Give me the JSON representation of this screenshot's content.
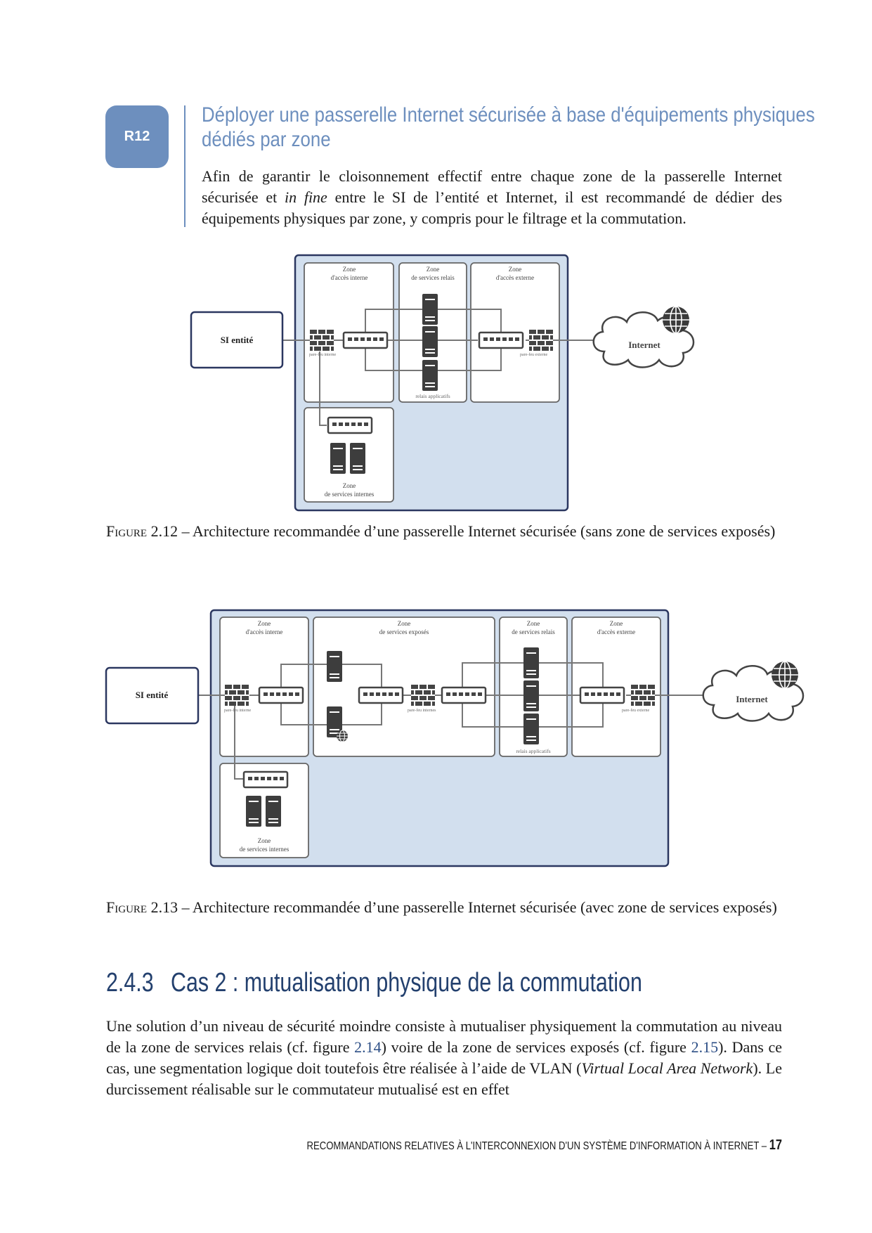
{
  "recommendation": {
    "badge": "R12",
    "title_line1": "Déployer une passerelle Internet sécurisée à base d'équipements physiques",
    "title_line2": "dédiés par zone",
    "body_before_italic": "Afin de garantir le cloisonnement effectif entre chaque zone de la passerelle Internet sécurisée et ",
    "body_italic": "in fine",
    "body_after_italic": " entre le SI de l’entité et Internet, il est recommandé de dédier des équipements physiques par zone, y compris pour le filtrage et la commutation."
  },
  "figure1": {
    "si_label": "SI entité",
    "internet_label": "Internet",
    "zone_acces_interne_l1": "Zone",
    "zone_acces_interne_l2": "d'accès interne",
    "zone_relais_l1": "Zone",
    "zone_relais_l2": "de services relais",
    "zone_acces_externe_l1": "Zone",
    "zone_acces_externe_l2": "d'accès externe",
    "zone_internes_l1": "Zone",
    "zone_internes_l2": "de services internes",
    "fw_interne": "pare-feu interne",
    "fw_externe": "pare-feu externe",
    "relais_applicatifs": "relais applicatifs",
    "caption_label": "Figure",
    "caption_number": "2.12",
    "caption_text": " – Architecture recommandée d’une passerelle Internet sécurisée (sans zone de services exposés)"
  },
  "figure2": {
    "si_label": "SI entité",
    "internet_label": "Internet",
    "zone_acces_interne_l1": "Zone",
    "zone_acces_interne_l2": "d'accès interne",
    "zone_exposes_l1": "Zone",
    "zone_exposes_l2": "de services exposés",
    "zone_relais_l1": "Zone",
    "zone_relais_l2": "de services relais",
    "zone_acces_externe_l1": "Zone",
    "zone_acces_externe_l2": "d'accès externe",
    "zone_internes_l1": "Zone",
    "zone_internes_l2": "de services internes",
    "fw_interne": "pare-feu interne",
    "fw_internes_mid": "pare-feu internes",
    "fw_externe": "pare-feu externe",
    "relais_applicatifs": "relais applicatifs",
    "caption_label": "Figure",
    "caption_number": "2.13",
    "caption_text": " – Architecture recommandée d’une passerelle Internet sécurisée (avec zone de services exposés)"
  },
  "section": {
    "number": "2.4.3",
    "title": "Cas 2 : mutualisation physique de la commutation",
    "p_1": "Une solution d’un niveau de sécurité moindre consiste à mutualiser physiquement la commutation au niveau de la zone de services relais (cf. figure ",
    "ref_1": "2.14",
    "p_2": ") voire de la zone de services exposés (cf. figure ",
    "ref_2": "2.15",
    "p_3": "). Dans ce cas, une segmentation logique doit toutefois être réalisée à l’aide de VLAN (",
    "p_italic": "Virtual Local Area Network",
    "p_4": "). Le durcissement réalisable sur le commutateur mutualisé est en effet"
  },
  "footer": {
    "text": "RECOMMANDATIONS RELATIVES À L'INTERCONNEXION D'UN SYSTÈME D'INFORMATION À INTERNET –",
    "page": "17"
  },
  "colors": {
    "accent": "#6d8fbe",
    "heading": "#23406e",
    "diagram_bg": "#d2dfee",
    "diagram_border": "#2b3760",
    "equipment": "#3b3b3b"
  },
  "icons": [
    "firewall-icon",
    "switch-icon",
    "server-icon",
    "globe-icon",
    "cloud-icon"
  ]
}
